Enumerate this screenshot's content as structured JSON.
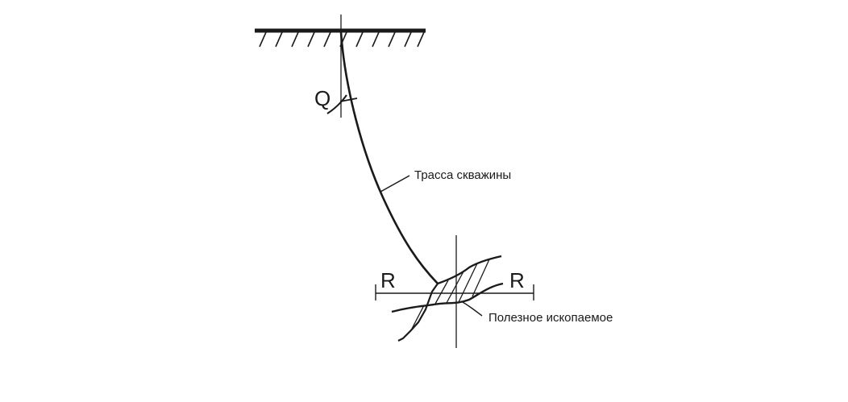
{
  "diagram": {
    "labels": {
      "angle": "Q",
      "radius_left": "R",
      "radius_right": "R",
      "well_path": "Трасса скважины",
      "mineral": "Полезное ископаемое"
    },
    "colors": {
      "ink": "#1a1a1a",
      "background": "#ffffff"
    }
  }
}
